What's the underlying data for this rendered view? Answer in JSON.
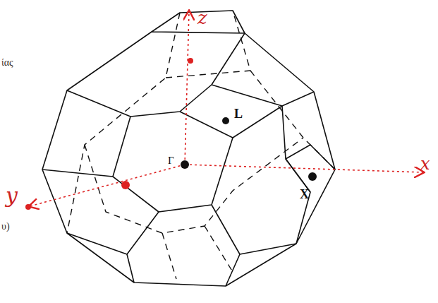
{
  "diagram": {
    "labels": [
      "z",
      "y",
      "x",
      "L",
      "X",
      "Γ",
      "ίας",
      "υ)"
    ]
  }
}
